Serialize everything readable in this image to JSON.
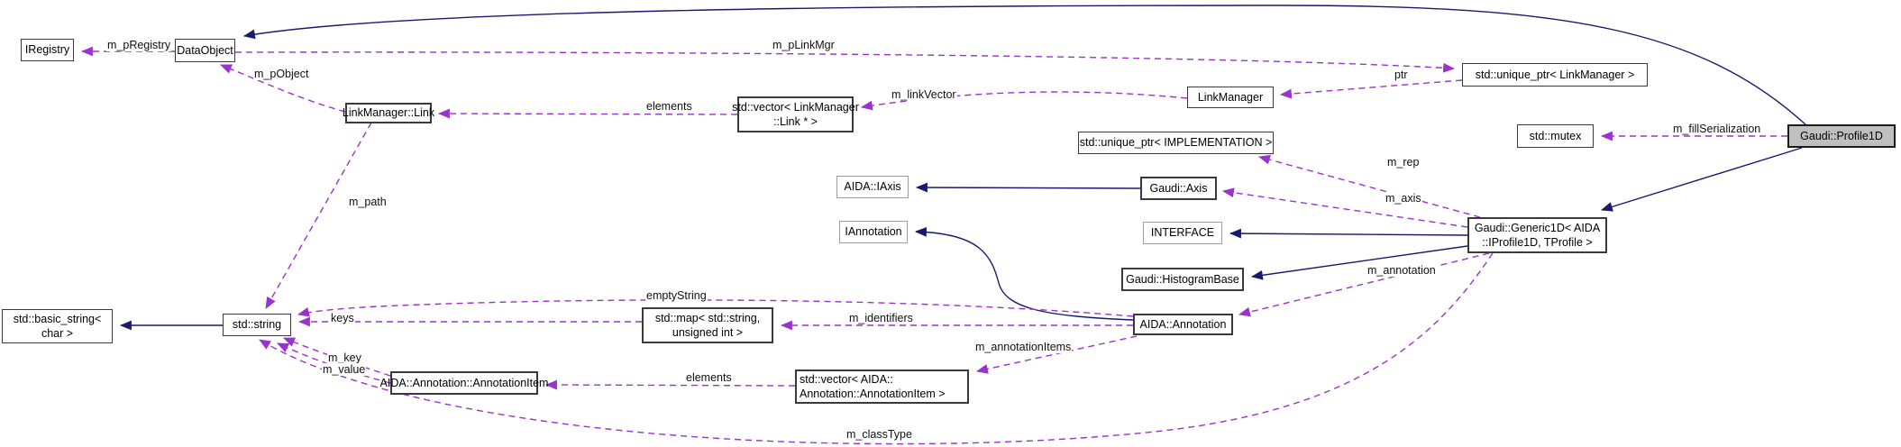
{
  "diagram": {
    "kind": "collaboration-graph",
    "selected_node": "gaudi_profile1d"
  },
  "nodes": {
    "iregistry": {
      "label": "IRegistry"
    },
    "dataobject": {
      "label": "DataObject"
    },
    "linkmanager_link": {
      "label": "LinkManager::Link"
    },
    "vector_link": {
      "line1": "std::vector< LinkManager",
      "line2": "::Link * >"
    },
    "linkmanager": {
      "label": "LinkManager"
    },
    "unique_ptr_linkmanager": {
      "label": "std::unique_ptr< LinkManager >"
    },
    "unique_ptr_implementation": {
      "label": "std::unique_ptr< IMPLEMENTATION >"
    },
    "std_mutex": {
      "label": "std::mutex"
    },
    "gaudi_profile1d": {
      "label": "Gaudi::Profile1D"
    },
    "aida_iaxis": {
      "label": "AIDA::IAxis"
    },
    "gaudi_axis": {
      "label": "Gaudi::Axis"
    },
    "iannotation": {
      "label": "IAnnotation"
    },
    "interface": {
      "label": "INTERFACE"
    },
    "gaudi_histogrambase": {
      "label": "Gaudi::HistogramBase"
    },
    "gaudi_generic1d": {
      "line1": "Gaudi::Generic1D< AIDA",
      "line2": "::IProfile1D, TProfile >"
    },
    "aida_annotation": {
      "label": "AIDA::Annotation"
    },
    "std_basic_string": {
      "line1": "std::basic_string<",
      "line2": "char >"
    },
    "std_string": {
      "label": "std::string"
    },
    "std_map": {
      "line1": "std::map< std::string,",
      "line2": "unsigned int >"
    },
    "annotation_item": {
      "label": "AIDA::Annotation::AnnotationItem"
    },
    "vector_annotation_item": {
      "line1": "std::vector< AIDA::",
      "line2": "Annotation::AnnotationItem >"
    }
  },
  "edge_labels": {
    "m_pRegistry": "m_pRegistry",
    "m_pObject": "m_pObject",
    "m_pLinkMgr": "m_pLinkMgr",
    "elements": "elements",
    "m_linkVector": "m_linkVector",
    "ptr": "ptr",
    "m_fillSerialization": "m_fillSerialization",
    "m_rep": "m_rep",
    "m_axis": "m_axis",
    "m_annotation": "m_annotation",
    "m_path": "m_path",
    "emptyString": "emptyString",
    "keys": "keys",
    "m_identifiers": "m_identifiers",
    "m_annotationItems": "m_annotationItems",
    "m_key": "m_key",
    "m_value": "m_value",
    "m_classType": "m_classType"
  },
  "colors": {
    "inheritance": "#191970",
    "usage": "#9a32cd",
    "selectedFill": "#bfbfbf",
    "nodeBorder": "#3a3a3a",
    "externalBorder": "#9e9e9e"
  }
}
